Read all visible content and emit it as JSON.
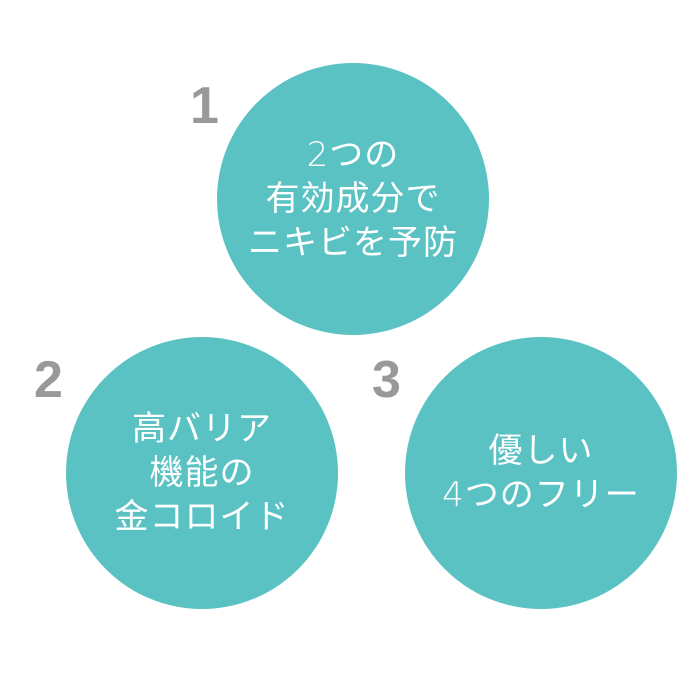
{
  "colors": {
    "circle": "#5bc2c4",
    "number": "#999999",
    "text": "#ffffff"
  },
  "features": [
    {
      "number": "1",
      "lines": [
        "2つの",
        "有効成分で",
        "ニキビを予防"
      ]
    },
    {
      "number": "2",
      "lines": [
        "高バリア",
        "機能の",
        "金コロイド"
      ]
    },
    {
      "number": "3",
      "lines": [
        "優しい",
        "4つのフリー"
      ]
    }
  ]
}
